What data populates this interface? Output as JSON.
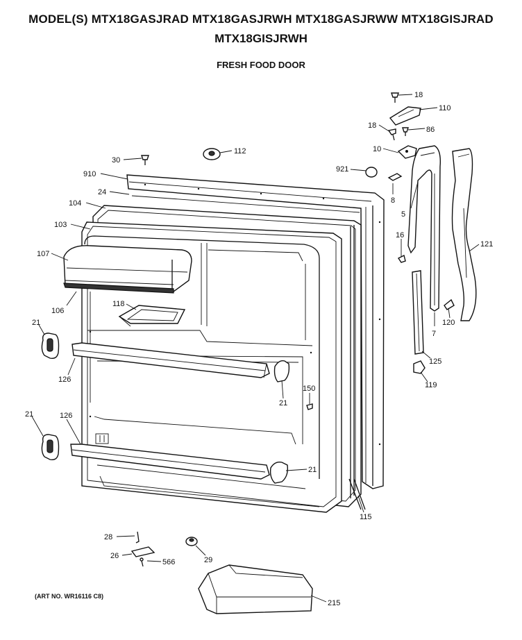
{
  "header": {
    "models_line1": "MODEL(S) MTX18GASJRAD  MTX18GASJRWH  MTX18GASJRWW  MTX18GISJRAD",
    "models_line2": "MTX18GISJRWH",
    "section_title": "FRESH FOOD DOOR"
  },
  "art_number": "(ART NO. WR16116 C8)",
  "callouts": {
    "c18a": "18",
    "c110": "110",
    "c18b": "18",
    "c86": "86",
    "c10": "10",
    "c30": "30",
    "c112": "112",
    "c910": "910",
    "c921": "921",
    "c8": "8",
    "c24": "24",
    "c104": "104",
    "c5": "5",
    "c103": "103",
    "c16": "16",
    "c121": "121",
    "c107": "107",
    "c118": "118",
    "c106": "106",
    "c120": "120",
    "c7": "7",
    "c21a": "21",
    "c125": "125",
    "c126a": "126",
    "c119": "119",
    "c150": "150",
    "c21b": "21",
    "c21c": "21",
    "c126b": "126",
    "c21d": "21",
    "c115": "115",
    "c28": "28",
    "c26": "26",
    "c29": "29",
    "c566": "566",
    "c215": "215"
  }
}
